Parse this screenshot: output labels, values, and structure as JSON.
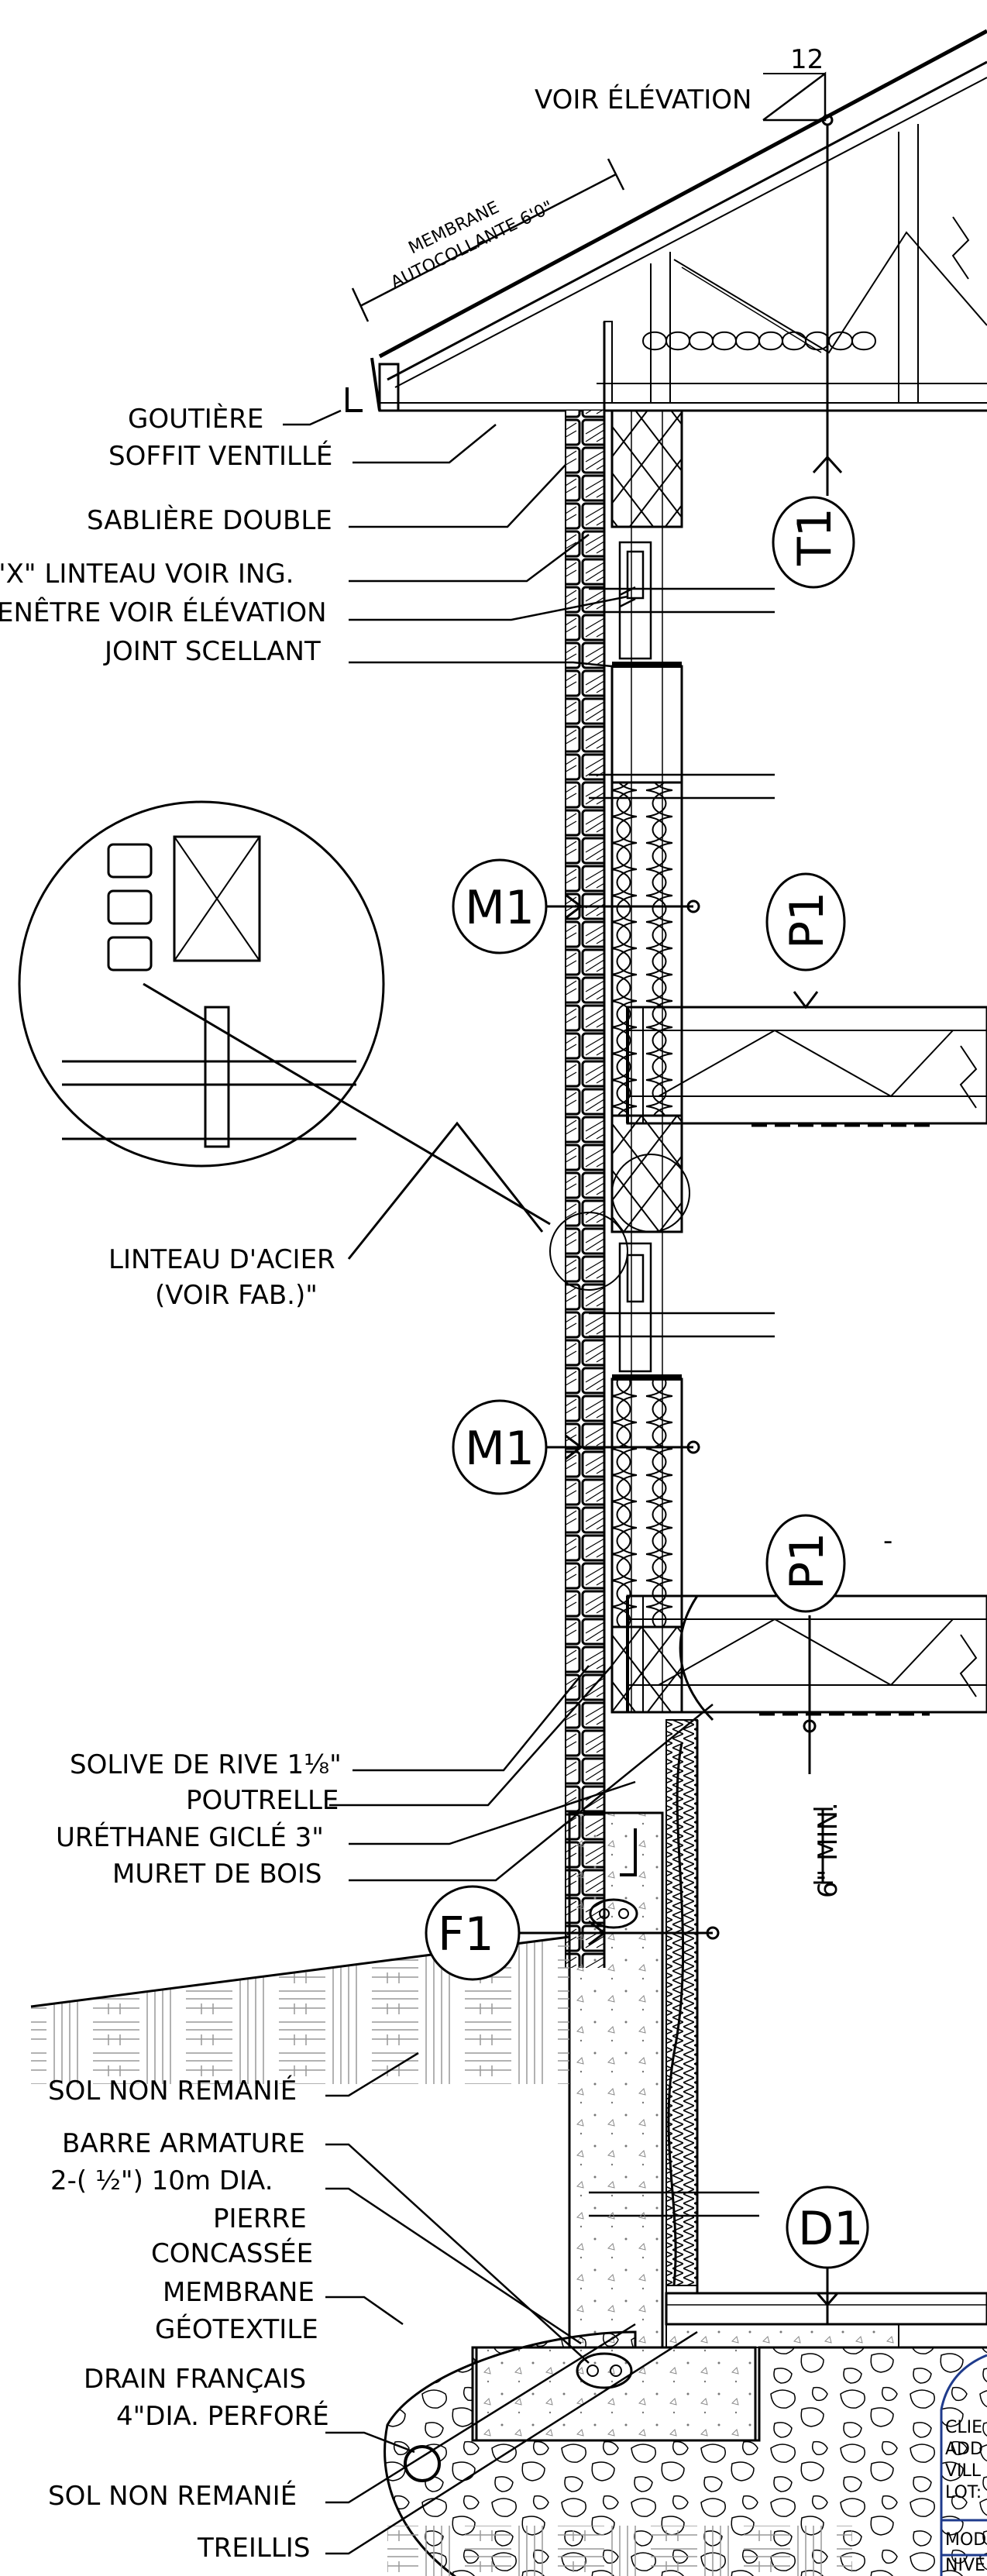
{
  "top": {
    "voir_elevation": "VOIR ÉLÉVATION",
    "pitch_rise": "12",
    "membrane_line1": "MEMBRANE",
    "membrane_line2": "AUTOCOLLANTE 6'0\""
  },
  "labels": {
    "gouttiere": "GOUTIÈRE",
    "soffit": "SOFFIT VENTILLÉ",
    "sabliere": "SABLIÈRE DOUBLE",
    "linteau_ing": "\"X\"   LINTEAU VOIR ING.",
    "fenetre": "ENÊTRE VOIR ÉLÉVATION",
    "joint": "JOINT SCELLANT",
    "linteau_acier_1": "LINTEAU D'ACIER",
    "linteau_acier_2": "(VOIR FAB.)\"",
    "solive": "SOLIVE DE RIVE 1⅛\"",
    "poutrelle": "POUTRELLE",
    "urethane": "URÉTHANE GICLÉ 3\"",
    "muret": "MURET DE BOIS",
    "min": "6\" MIN.",
    "sol1": "SOL NON REMANIÉ",
    "barre1": "BARRE ARMATURE",
    "barre2": "2-( ½\") 10m DIA.",
    "pierre1": "PIERRE",
    "pierre2": "CONCASSÉE",
    "membrane1": "MEMBRANE",
    "membrane2": "GÉOTEXTILE",
    "drain1": "DRAIN FRANÇAIS",
    "drain2": "4\"DIA. PERFORÉ",
    "sol2": "SOL NON REMANIÉ",
    "treillis": "TREILLIS",
    "dash": "-"
  },
  "tags": {
    "t1": "T1",
    "m1a": "M1",
    "p1a": "P1",
    "m1b": "M1",
    "p1b": "P1",
    "f1": "F1",
    "d1": "D1"
  },
  "title_block": {
    "client": "CLIE",
    "address": "ADD",
    "city": "VILL",
    "lots": "LOT:",
    "model": "MOD",
    "level": "NIVE"
  }
}
